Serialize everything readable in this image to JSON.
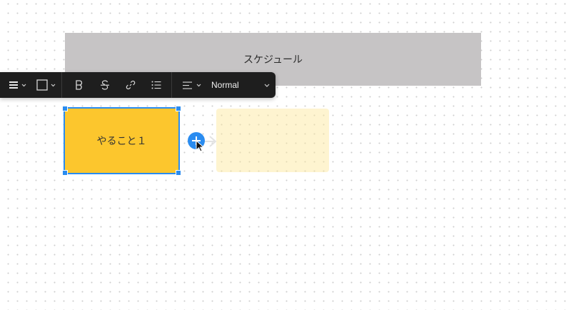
{
  "canvas": {
    "background": "#ffffff",
    "dot_color": "#cfcfcf"
  },
  "header_card": {
    "label": "スケジュール",
    "color": "#c6c4c5"
  },
  "toolbar": {
    "items": [
      {
        "name": "line-weight",
        "icon": "lines-icon",
        "has_dropdown": true
      },
      {
        "name": "border-style",
        "icon": "square-icon",
        "has_dropdown": true
      },
      {
        "name": "bold",
        "icon": "bold-icon"
      },
      {
        "name": "strikethrough",
        "icon": "strikethrough-icon"
      },
      {
        "name": "link",
        "icon": "link-icon"
      },
      {
        "name": "bullet-list",
        "icon": "list-icon"
      },
      {
        "name": "text-align",
        "icon": "align-left-icon",
        "has_dropdown": true
      }
    ],
    "text_style": "Normal"
  },
  "selected_card": {
    "label": "やること１",
    "color": "#fcc62d",
    "selection_color": "#2a8cf0"
  },
  "ghost_card": {
    "color": "#fdf3d2"
  },
  "add_button": {
    "icon": "plus-icon",
    "color": "#2a8cf0"
  }
}
